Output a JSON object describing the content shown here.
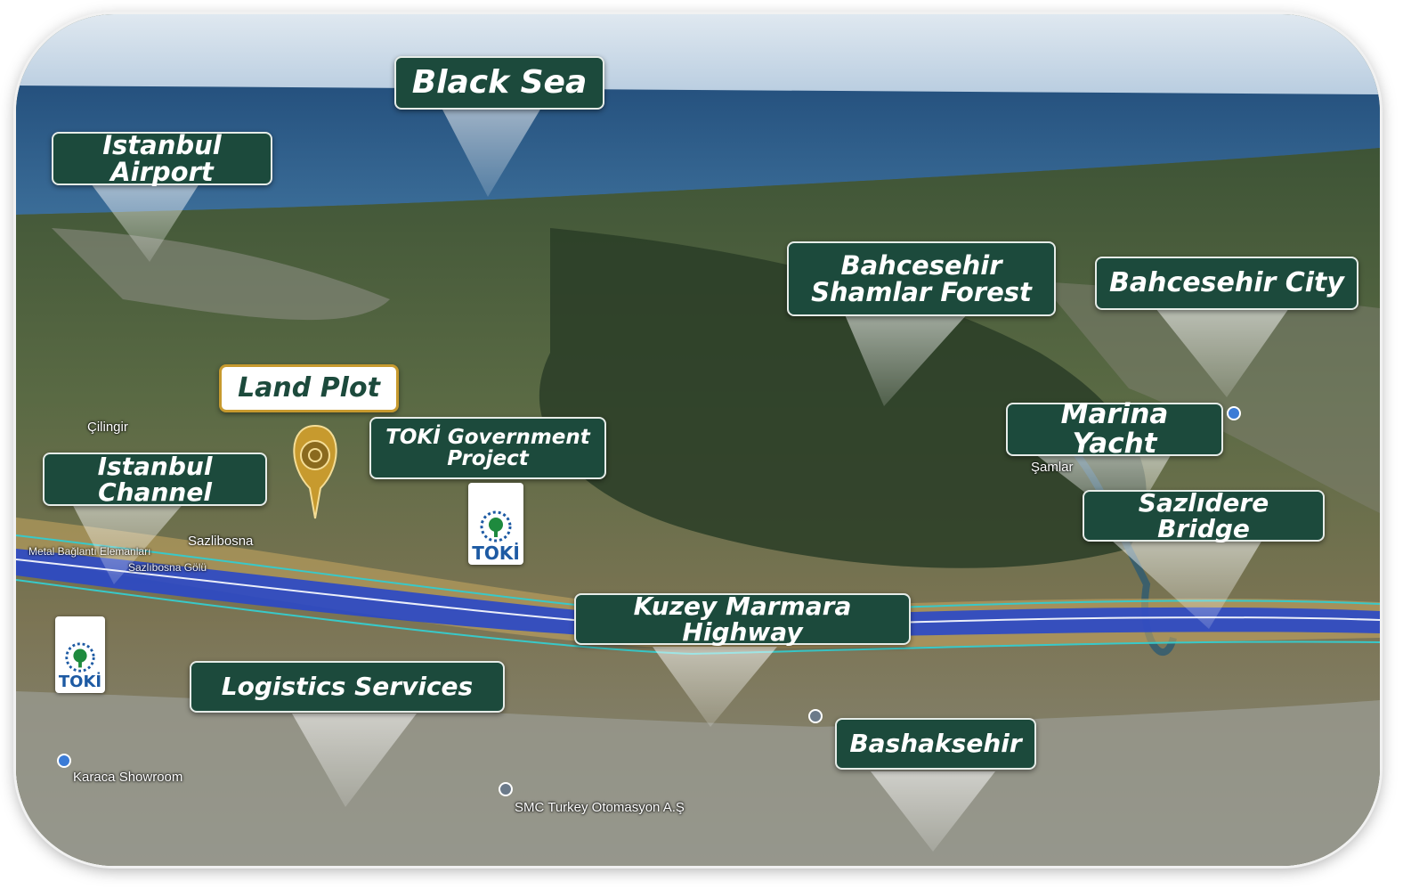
{
  "labels": {
    "black_sea": "Black Sea",
    "istanbul_airport": "Istanbul Airport",
    "bahcesehir_shamlar_forest_line1": "Bahcesehir",
    "bahcesehir_shamlar_forest_line2": "Shamlar Forest",
    "bahcesehir_city": "Bahcesehir City",
    "land_plot": "Land Plot",
    "toki_project_line1": "TOKİ Government",
    "toki_project_line2": "Project",
    "istanbul_channel": "Istanbul Channel",
    "marina_yacht": "Marina Yacht",
    "sazlidere_bridge": "Sazlıdere Bridge",
    "kuzey_marmara_highway": "Kuzey Marmara Highway",
    "logistics_services": "Logistics Services",
    "bashaksehir": "Bashaksehir"
  },
  "map_text": {
    "cilingir": "Çilingir",
    "sazlibosna": "Sazlibosna",
    "sazlibosna_golu": "Sazlıbosna Gölü",
    "metal_baglanti": "Metal Bağlantı Elemanları",
    "karaca_showroom": "Karaca Showroom",
    "smc_turkey": "SMC Turkey Otomasyon A.Ş",
    "samlar": "Şamlar"
  },
  "toki_logo_text": "TOKİ",
  "colors": {
    "label_bg": "#1c4a3c",
    "land_plot_border": "#c79a2e",
    "sea": "#2f5f8e",
    "highway": "#2a48c8"
  },
  "icons": [
    "map-pin-icon",
    "toki-tree-icon",
    "location-dot-icon"
  ]
}
